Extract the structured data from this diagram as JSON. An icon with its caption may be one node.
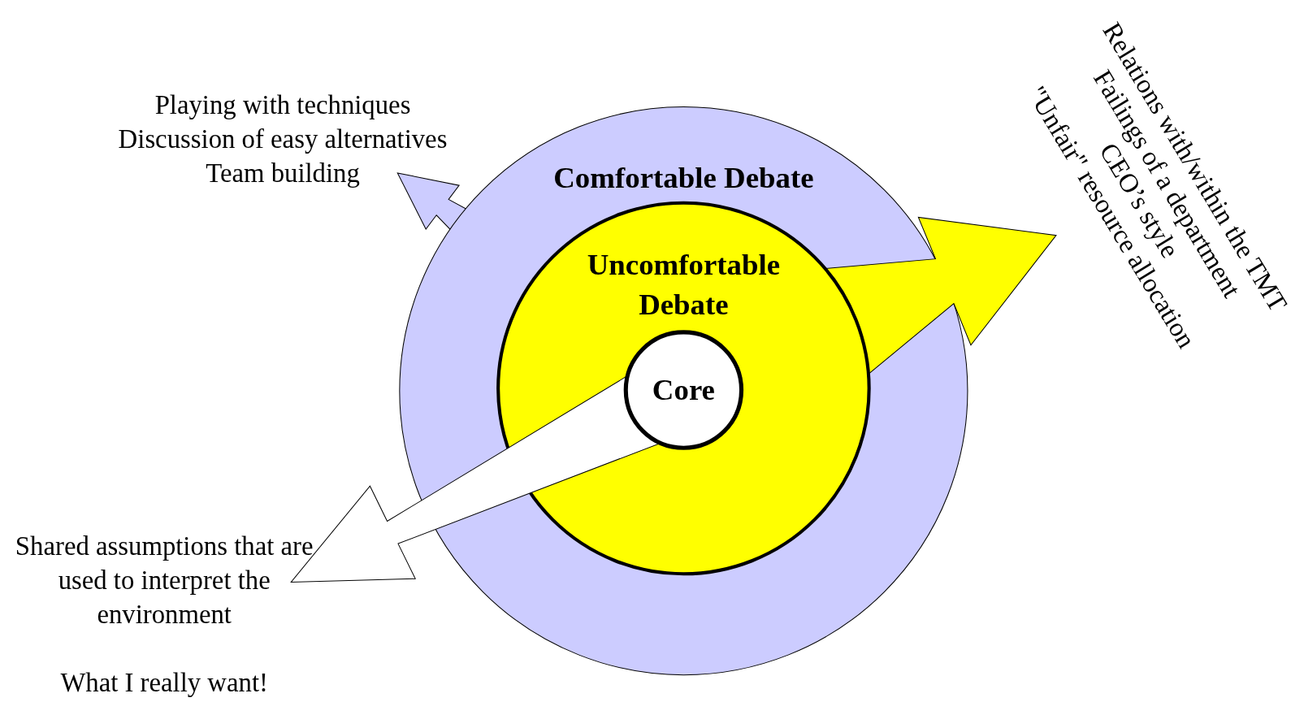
{
  "diagram": {
    "nodes": [
      {
        "text": [
          "Comfortable Debate"
        ]
      },
      {
        "text": [
          "Uncomfortable Debate"
        ],
        "in": 0
      },
      {
        "text": [
          "Core"
        ],
        "in": 1
      },
      {
        "text": [
          "Playing with techniques",
          "Discussion of easy alternatives",
          "Team building"
        ]
      },
      {
        "text": [
          "Relations with/within the TMT",
          "Failings of a department",
          "CEO’s style",
          "\"Unfair\" resource allocation"
        ]
      },
      {
        "text": [
          "Shared assumptions that are used to interpret the environment",
          "What I really want!"
        ]
      }
    ],
    "edges": [
      {
        "from": 0,
        "to": 3,
        "arrow": "to",
        "color": "#ccccff"
      },
      {
        "from": 1,
        "to": 4,
        "arrow": "to",
        "color": "#ffff00"
      },
      {
        "from": 2,
        "to": 5,
        "arrow": "to",
        "color": "#ffffff"
      }
    ]
  }
}
